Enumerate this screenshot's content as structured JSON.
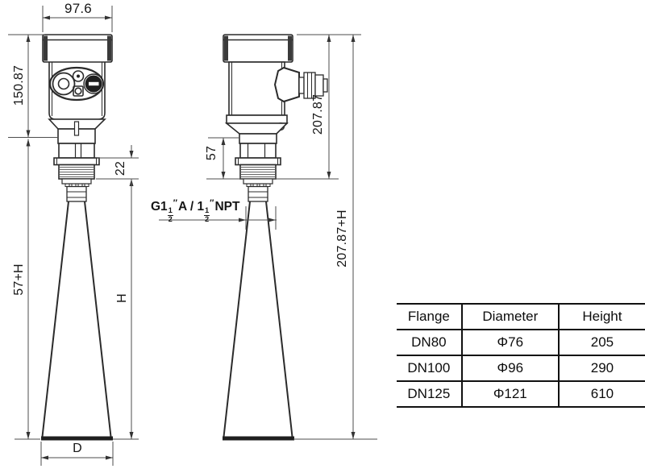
{
  "labels": {
    "front_width": "97.6",
    "front_housing_height": "150.87",
    "front_thread_height": "22",
    "front_lower_height": "57+H",
    "front_horn_height": "H",
    "front_horn_diameter": "D",
    "side_neck_height": "57",
    "side_housing_height": "207.87",
    "side_total_height": "207.87+H"
  },
  "thread_spec": {
    "part1": "G1",
    "frac1_num": "1",
    "frac1_den": "2",
    "prime1": "″",
    "part2": "A / 1",
    "frac2_num": "1",
    "frac2_den": "2",
    "prime2": "″",
    "part3": "NPT"
  },
  "spec_table": {
    "headers": [
      "Flange",
      "Diameter",
      "Height"
    ],
    "rows": [
      [
        "DN80",
        "Φ76",
        "205"
      ],
      [
        "DN100",
        "Φ96",
        "290"
      ],
      [
        "DN125",
        "Φ121",
        "610"
      ]
    ]
  },
  "colors": {
    "outline": "#2b2b2b",
    "dimension": "#4d4d4d",
    "fill_dark": "#1f1f1f",
    "background": "#ffffff"
  }
}
